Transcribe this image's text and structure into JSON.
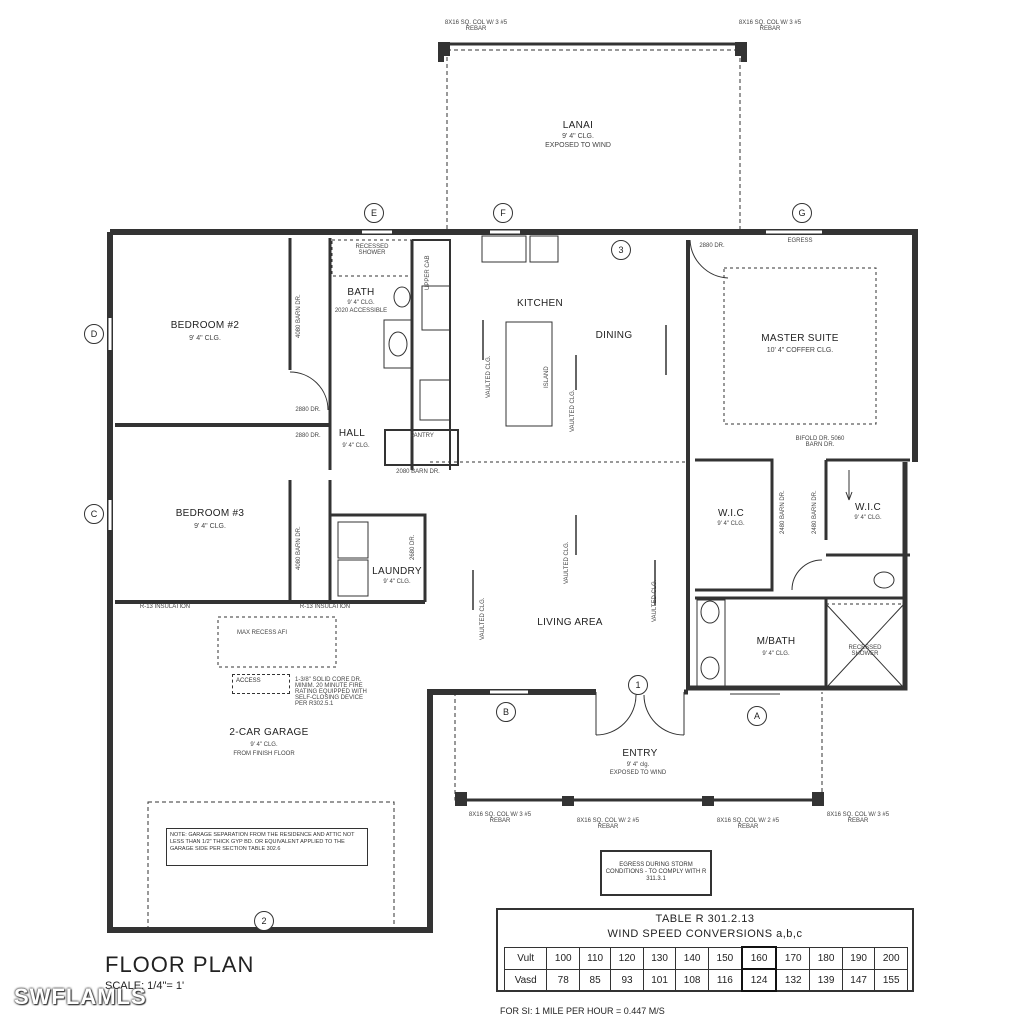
{
  "plan": {
    "title": "FLOOR PLAN",
    "scale": "SCALE: 1/4\"= 1'"
  },
  "watermark": "SWFLAMLS",
  "rooms": {
    "lanai": {
      "name": "LANAI",
      "ceiling": "9' 4\" CLG.",
      "note": "EXPOSED TO WIND"
    },
    "kitchen": {
      "name": "KITCHEN"
    },
    "dining": {
      "name": "DINING"
    },
    "island": "ISLAND",
    "master_suite": {
      "name": "MASTER SUITE",
      "ceiling": "10' 4\" COFFER CLG."
    },
    "bedroom2": {
      "name": "BEDROOM #2",
      "ceiling": "9' 4\" CLG."
    },
    "bedroom3": {
      "name": "BEDROOM #3",
      "ceiling": "9' 4\" CLG."
    },
    "bath": {
      "name": "BATH",
      "ceiling": "9' 4\" CLG.",
      "note": "2020 ACCESSIBLE"
    },
    "hall": {
      "name": "HALL",
      "ceiling": "9' 4\" CLG."
    },
    "pantry": "PANTRY",
    "laundry": {
      "name": "LAUNDRY",
      "ceiling": "9' 4\" CLG."
    },
    "living": {
      "name": "LIVING AREA"
    },
    "wic1": {
      "name": "W.I.C",
      "ceiling": "9' 4\" CLG."
    },
    "wic2": {
      "name": "W.I.C",
      "ceiling": "9' 4\" CLG."
    },
    "mbath": {
      "name": "M/BATH",
      "ceiling": "9' 4\" CLG."
    },
    "garage": {
      "name": "2-CAR GARAGE",
      "ceiling": "9' 4\" CLG.",
      "note": "FROM FINISH FLOOR"
    },
    "entry": {
      "name": "ENTRY",
      "ceiling": "9' 4\" clg.",
      "note": "EXPOSED TO WIND"
    }
  },
  "annotations": {
    "recessed_shower": "RECESSED SHOWER",
    "upper_cab": "UPPER CAB",
    "vaulted": "VAULTED CLG.",
    "egress": "EGRESS",
    "dr_2880": "2880 DR.",
    "dr_2680": "2680 DR.",
    "barn_4080": "4080 BARN DR.",
    "barn_2080": "2080 BARN DR.",
    "bifold": "BIFOLD DR. 5060 BARN DR.",
    "barn_2480": "2480 BARN DR.",
    "insulation": "R-13 INSULATION",
    "max_recess": "MAX RECESS AFI",
    "door_note": "1-3/8\" SOLID CORE DR. MINIM. 20 MINUTE FIRE RATING EQUIPPED WITH SELF-CLOSING DEVICE PER R302.5.1",
    "attic": "ACCESS",
    "col_3": "8X16 SQ. COL W/ 3 #5 REBAR",
    "col_2": "8X16 SQ. COL W/ 2 #5 REBAR",
    "garage_note": "NOTE: GARAGE SEPARATION FROM THE RESIDENCE AND ATTIC NOT LESS THAN 1/2\" THICK GYP BD. OR EQUIVALENT APPLIED TO THE GARAGE SIDE PER SECTION TABLE 302.6",
    "egress_note": "EGRESS DURING STORM CONDITIONS - TO COMPLY WITH R 311.3.1"
  },
  "bubbles": {
    "E": "E",
    "F": "F",
    "G": "G",
    "D": "D",
    "C": "C",
    "B": "B",
    "A": "A",
    "n1": "1",
    "n2": "2",
    "n3": "3"
  },
  "wind_table": {
    "title": "TABLE R 301.2.13",
    "subtitle": "WIND SPEED CONVERSIONS a,b,c",
    "row1_label": "Vult",
    "row2_label": "Vasd",
    "vult": [
      "100",
      "110",
      "120",
      "130",
      "140",
      "150",
      "160",
      "170",
      "180",
      "190",
      "200"
    ],
    "vasd": [
      "78",
      "85",
      "93",
      "101",
      "108",
      "116",
      "124",
      "132",
      "139",
      "147",
      "155"
    ],
    "footnote": "FOR SI: 1 MILE PER HOUR = 0.447 M/S"
  }
}
